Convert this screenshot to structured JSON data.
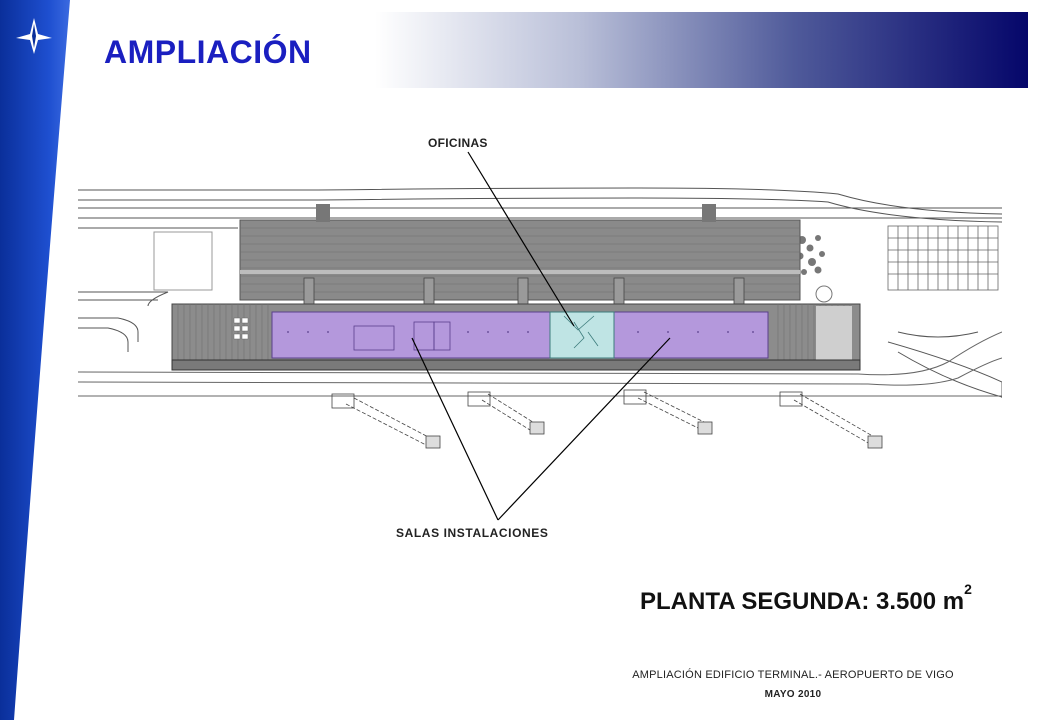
{
  "header": {
    "title": "AMPLIACIÓN"
  },
  "plan": {
    "label_oficinas": "OFICINAS",
    "label_salas": "SALAS  INSTALACIONES"
  },
  "area": {
    "text": "PLANTA SEGUNDA: 3.500 m",
    "superscript": "2"
  },
  "footer": {
    "line1": "AMPLIACIÓN EDIFICIO TERMINAL.- AEROPUERTO DE VIGO",
    "line2": "MAYO 2010"
  },
  "colors": {
    "brand_navy": "#05066a",
    "title_blue": "#1a1fc0",
    "salas_purple": "#b498dc",
    "oficinas_cyan": "#bfe4e4"
  },
  "icons": {
    "logo": "plane-arrow-icon"
  }
}
